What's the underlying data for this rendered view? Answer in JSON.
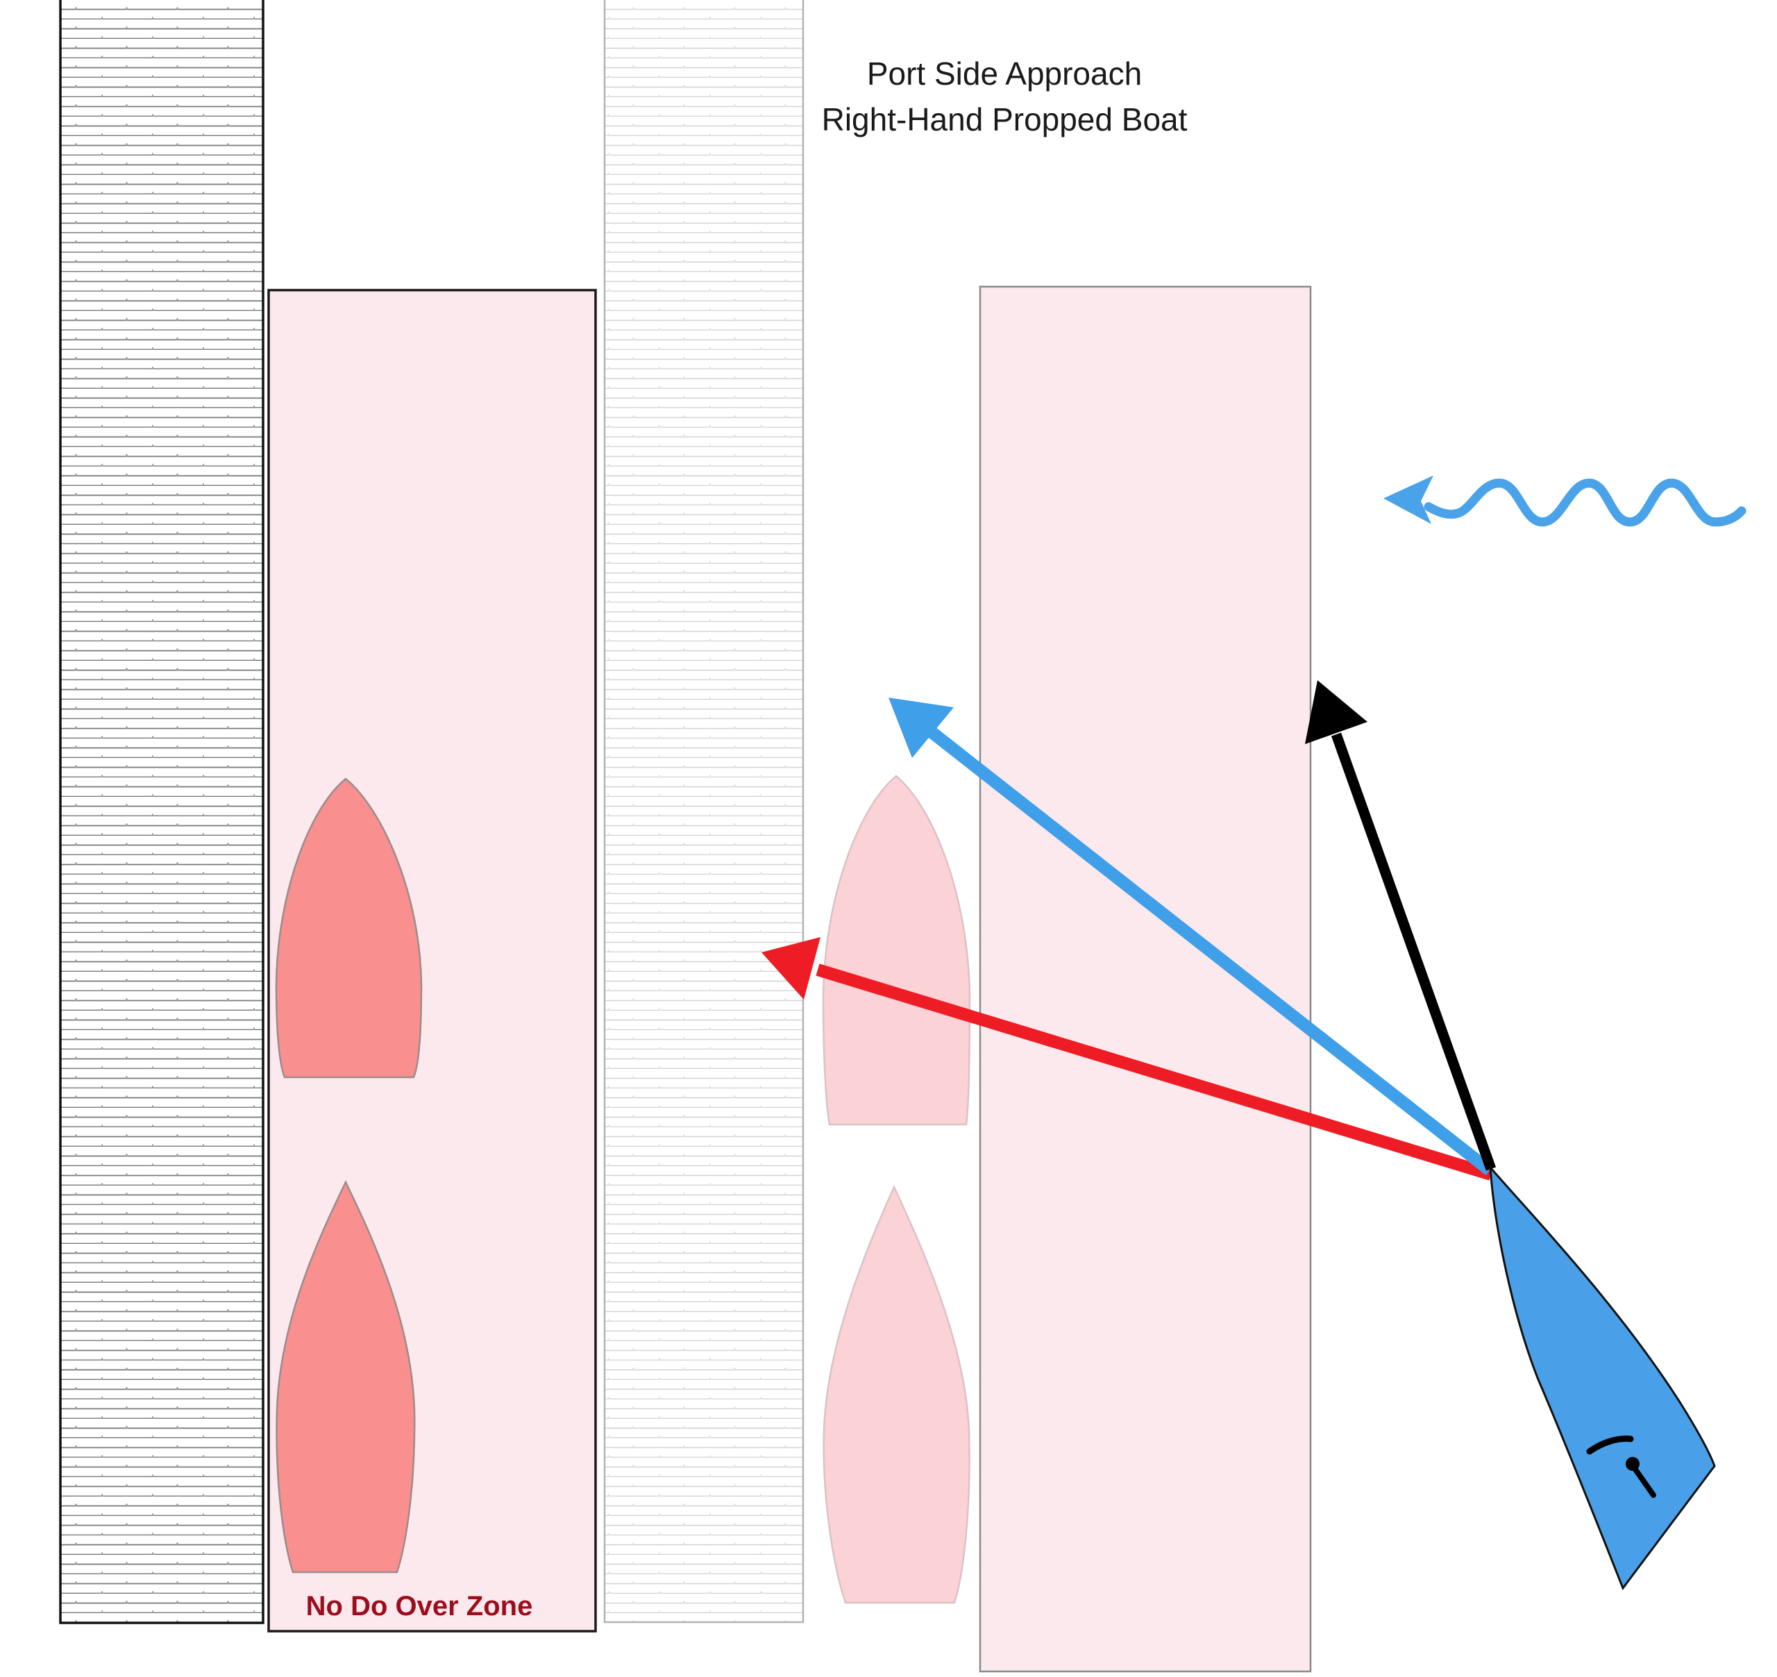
{
  "title": {
    "line1": "Port Side Approach",
    "line2": "Right-Hand Propped Boat"
  },
  "no_do_over_zone": {
    "label": "No Do Over Zone"
  },
  "icons": {
    "wind_wave_arrow": "wavy-arrow-pointing-left",
    "blue_path_arrow": "straight-arrow-up-left",
    "red_path_arrow": "straight-arrow-left",
    "black_path_arrow": "straight-arrow-up"
  },
  "colors": {
    "background": "#ffffff",
    "zone_fill": "#fce9ed",
    "zone1_border": "#1a1a1a",
    "zone2_border": "#8a8a8a",
    "dock1_fill": "#ffffff",
    "dock1_line": "#787878",
    "dock1_tick": "#9a9a9a",
    "dock1_border": "#111111",
    "dock2_fill": "#ffffff",
    "dock2_line": "#d2d2d2",
    "dock2_tick": "#e0e0e0",
    "dock2_border": "#b2b2b2",
    "moored_boat_fill": "#f98f8e",
    "moored_boat_stroke": "#9b8c8c",
    "ghost_boat_fill": "#fbd2d5",
    "ghost_boat_stroke": "#dcc2c5",
    "approach_boat_fill": "#4aa0e8",
    "approach_boat_stroke": "#111111",
    "boat_detail": "#000000",
    "arrow_blue": "#3f9fe8",
    "arrow_red": "#ee1c24",
    "arrow_black": "#000000",
    "wind_arrow_blue": "#4aa2e9",
    "label_red": "#9c0d1e",
    "title_color": "#1a1a1a"
  }
}
